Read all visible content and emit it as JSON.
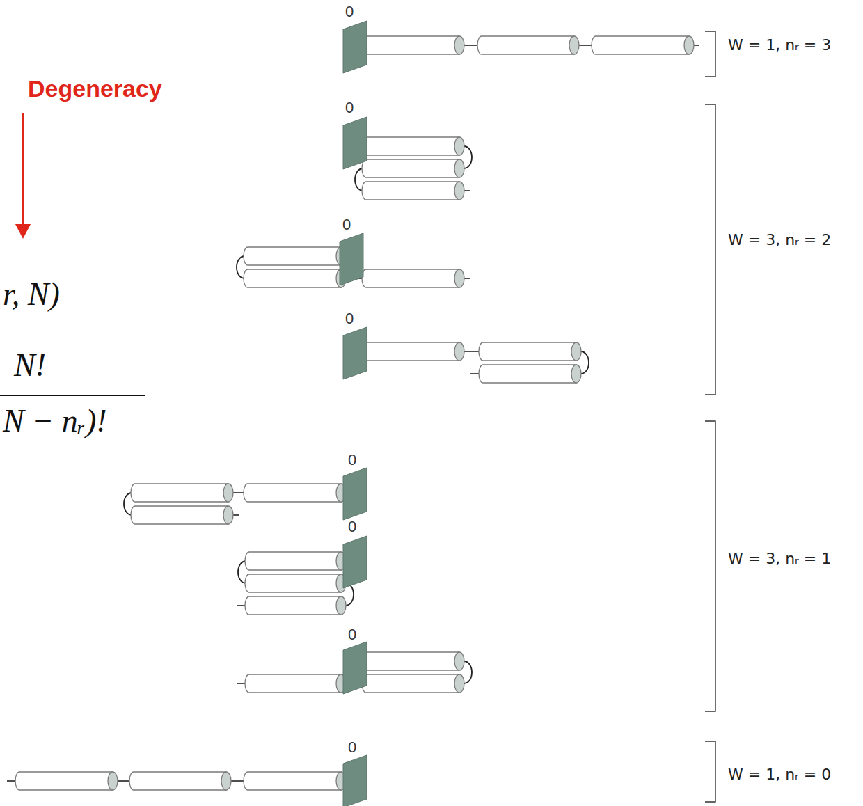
{
  "diagram": {
    "labels": [
      "0",
      "W = 1, nᵣ = 3",
      "Degeneracy",
      "0",
      "0",
      "W = 3, nᵣ = 2",
      "r, N)",
      "0",
      "N!",
      "N − nᵣ)!",
      "0",
      "0",
      "W = 3, nᵣ = 1",
      "0",
      "0",
      "W = 1, nᵣ = 0"
    ]
  }
}
